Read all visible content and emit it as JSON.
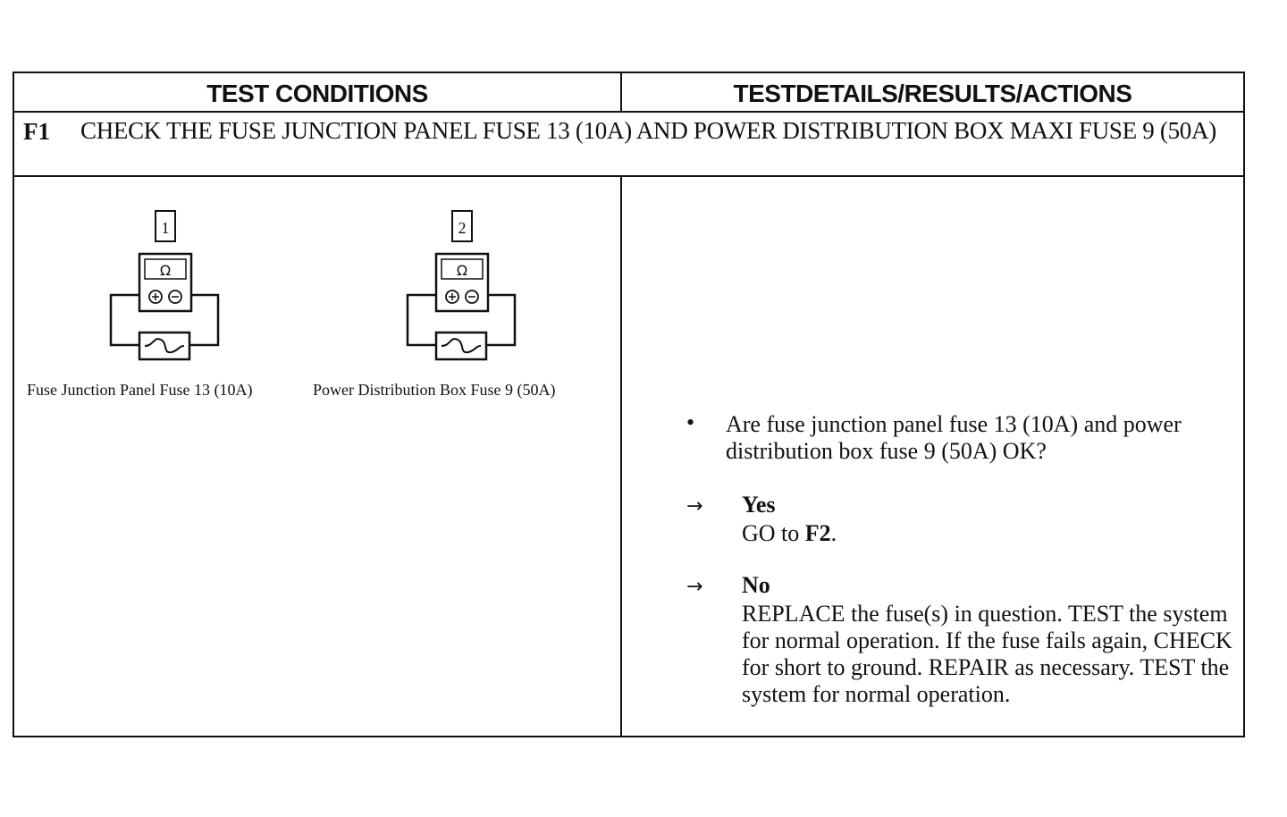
{
  "table": {
    "headers": {
      "left": "TEST CONDITIONS",
      "right": "TESTDETAILS/RESULTS/ACTIONS"
    },
    "step": {
      "id": "F1",
      "title": "CHECK THE FUSE JUNCTION PANEL FUSE 13 (10A) AND POWER DISTRIBUTION BOX MAXI FUSE 9 (50A)"
    },
    "diagrams": [
      {
        "number": "1",
        "symbol": "Ω",
        "caption": "Fuse Junction Panel Fuse 13 (10A)"
      },
      {
        "number": "2",
        "symbol": "Ω",
        "caption": "Power Distribution Box Fuse 9 (50A)"
      }
    ],
    "question": {
      "bullet": "•",
      "text": "Are fuse junction panel fuse 13 (10A) and power distribution box fuse 9 (50A) OK?"
    },
    "answers": [
      {
        "arrow": "→",
        "label": "Yes",
        "text_prefix": "GO to ",
        "text_ref": "F2",
        "text_suffix": "."
      },
      {
        "arrow": "→",
        "label": "No",
        "text": "REPLACE the fuse(s) in question. TEST the system for normal operation. If the fuse fails again, CHECK for short to ground. REPAIR as necessary. TEST the system for normal operation."
      }
    ]
  }
}
